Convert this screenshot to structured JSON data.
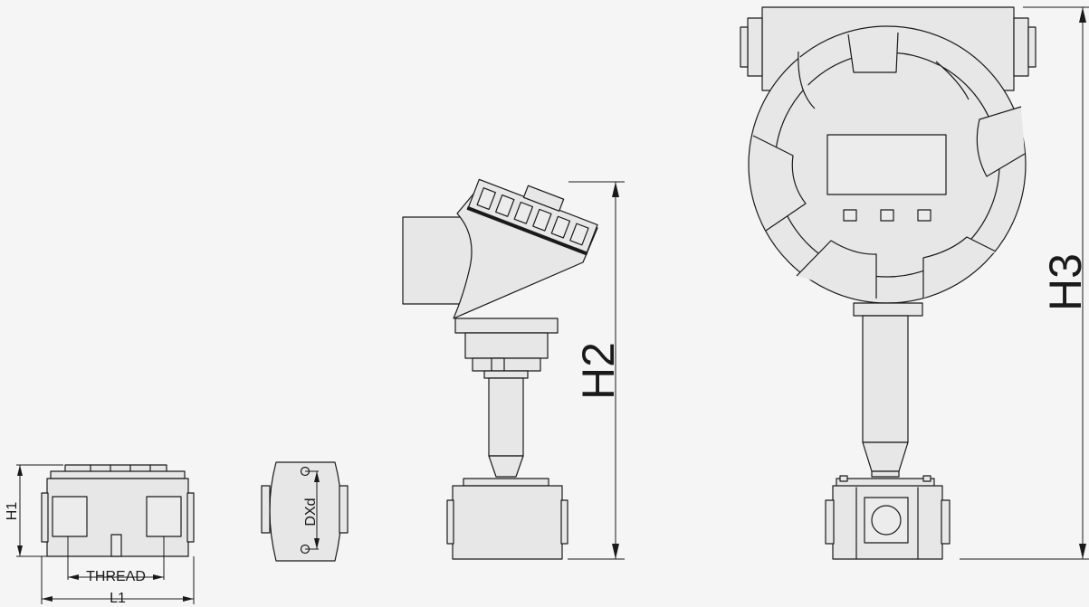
{
  "colors": {
    "background": "#f5f5f5",
    "line": "#1a1a1a",
    "fill": "#e7e7e7"
  },
  "labels": {
    "h1": "H1",
    "thread": "THREAD",
    "l1": "L1",
    "dxd": "DXd",
    "h2": "H2",
    "h3": "H3"
  }
}
